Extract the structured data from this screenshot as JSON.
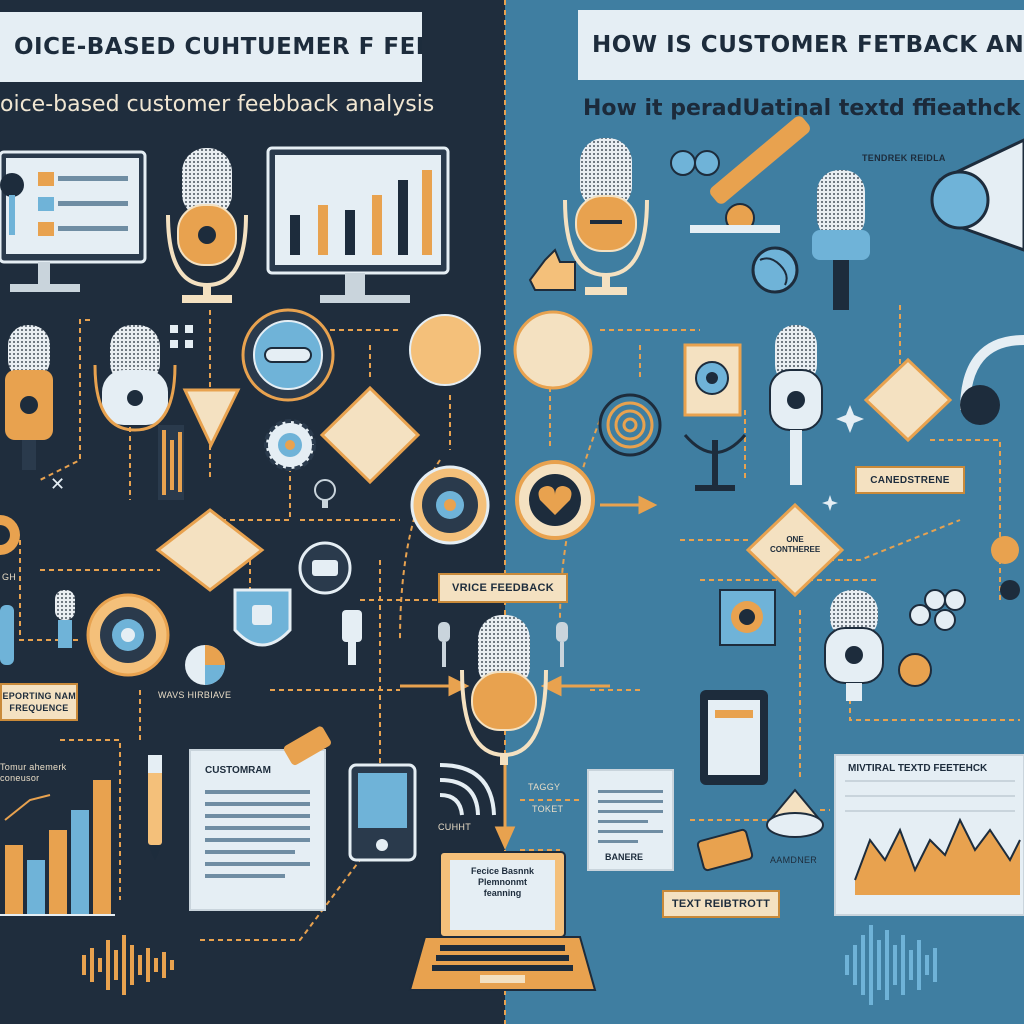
{
  "left_panel": {
    "banner_title": "OICE-BASED CUHTUEMER F FEDWASIS",
    "subtitle": "oice-based customer feebback analysis",
    "labels": {
      "small_label_gh": "GH",
      "waves_label": "WAVS HIRBIAVE",
      "side_box_label": "REPORTING NAME\nFREQUENCE",
      "chart_note": "Tomur ahemerk\nconeusor",
      "document_title": "CUSTOMRAM"
    }
  },
  "right_panel": {
    "banner_title": "HOW IS CUSTOMER FETBACK ANALY",
    "subtitle": "How it peradUatinal textd ffieathck ANALY",
    "labels": {
      "top_small_label": "TENDREK REIDLA",
      "center_box_label": "CANEDSTRENE",
      "diamond_label": "ONE\nCONTHEREE",
      "text_label": "TEXT REIBTROTT",
      "report_title": "MIVTIRAL TEXTD FEETEHCK",
      "doc_label": "BANERE",
      "icon_text": "AAMDNER"
    }
  },
  "center": {
    "voice_feedback_label": "VRICE FEEDBACK",
    "laptop_screen_text": "Fecice Basnnk\nPlemnonmt\nfeanning",
    "taggy_label": "TAGGY",
    "tonkt_label": "TOKET",
    "cuhht_label": "CUHHT"
  },
  "colors": {
    "left_bg": "#1f2d3d",
    "right_bg": "#3f7ea1",
    "accent_orange": "#e8a24f",
    "cream": "#f4e1c1",
    "light_blue": "#6fb3d8",
    "banner_bg": "#e5eef4"
  }
}
